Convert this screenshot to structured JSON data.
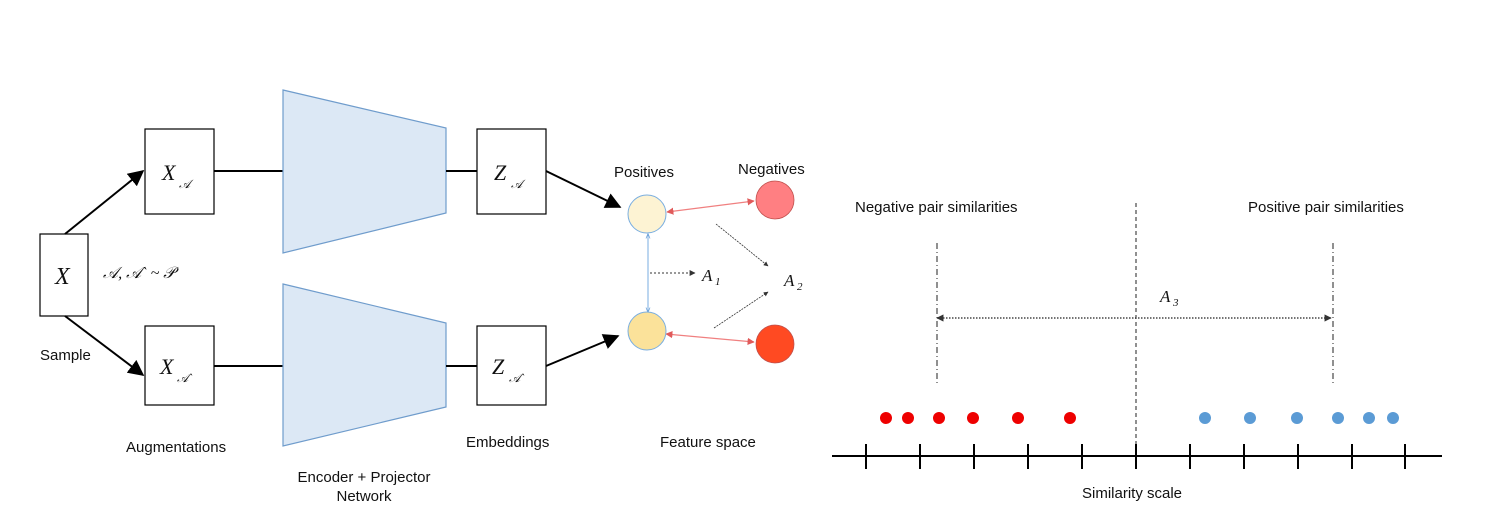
{
  "pipeline": {
    "input_symbol": "X",
    "sample_label": "Sample",
    "augmentation_label": "𝒜, 𝒜` ~ 𝒫",
    "view_a_symbol": "X",
    "view_a_sub": "𝒜",
    "view_b_symbol": "X",
    "view_b_sub": "𝒜`",
    "augmentations_label": "Augmentations",
    "encoder_label_line1": "Encoder + Projector",
    "encoder_label_line2": "Network",
    "emb_a_symbol": "Z",
    "emb_a_sub": "𝒜",
    "emb_b_symbol": "Z",
    "emb_b_sub": "𝒜`",
    "embeddings_label": "Embeddings"
  },
  "feature_space": {
    "positives_label": "Positives",
    "negatives_label": "Negatives",
    "a1_symbol": "A",
    "a1_sub": "1",
    "a2_symbol": "A",
    "a2_sub": "2",
    "caption": "Feature space",
    "colors": {
      "positive_top": "#fdf3d3",
      "positive_bottom": "#fbe29a",
      "negative_top": "#ff7f82",
      "negative_bottom": "#ff4a22",
      "pair_arrow": "#f08080",
      "positive_link": "#7aaee0"
    }
  },
  "similarity": {
    "negative_label": "Negative pair similarities",
    "positive_label": "Positive pair similarities",
    "a3_symbol": "A",
    "a3_sub": "3",
    "scale_label": "Similarity scale",
    "tick_count": 11,
    "negative_dot_count": 6,
    "positive_dot_count": 6,
    "colors": {
      "negative_dot": "#ee0000",
      "positive_dot": "#5b9bd5"
    }
  },
  "colors": {
    "encoder_fill": "#dce8f5",
    "encoder_stroke": "#6f9ccc"
  }
}
